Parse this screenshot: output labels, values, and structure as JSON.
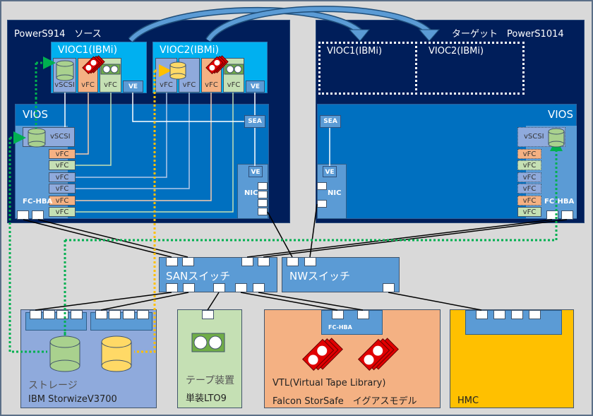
{
  "source_server": {
    "title": "PowerS914　ソース",
    "vioc1": {
      "title": "VIOC1(IBMi)",
      "slots": [
        "vSCSI",
        "vFC",
        "vFC"
      ],
      "ve": "VE"
    },
    "vioc2": {
      "title": "VIOC2(IBMi)",
      "slots": [
        "vFC",
        "vFC",
        "vFC",
        "vFC"
      ],
      "ve": "VE"
    },
    "vios": {
      "title": "VIOS",
      "vscsi": "vSCSI",
      "vfc_list": [
        "vFC",
        "vFC",
        "vFC",
        "vFC",
        "vFC",
        "vFC"
      ],
      "fc_hba": "FC-HBA",
      "sea": "SEA",
      "ve": "VE",
      "nic": "NIC"
    }
  },
  "target_server": {
    "title": "ターゲット　PowerS1014",
    "vioc1": {
      "title": "VIOC1(IBMi)"
    },
    "vioc2": {
      "title": "VIOC2(IBMi)"
    },
    "vios": {
      "title": "VIOS",
      "vscsi": "vSCSI",
      "vfc_list": [
        "vFC",
        "vFC",
        "vFC",
        "vFC",
        "vFC",
        "vFC"
      ],
      "fc_hba": "FC-HBA",
      "sea": "SEA",
      "ve": "VE",
      "nic": "NIC"
    }
  },
  "san_switch": {
    "title": "SANスイッチ"
  },
  "nw_switch": {
    "title": "NWスイッチ"
  },
  "storage": {
    "line1": "ストレージ",
    "line2": "IBM StorwizeV3700"
  },
  "tape": {
    "line1": "テープ装置",
    "line2": "単装LTO9"
  },
  "vtl": {
    "hba": "FC-HBA",
    "line1": "VTL(Virtual Tape Library)",
    "line2": "Falcon StorSafe　イグアスモデル"
  },
  "hmc": {
    "title": "HMC"
  },
  "colors": {
    "server_bg": "#001e5a",
    "vioc_bg": "#00b0f0",
    "vios_bg": "#0070c0",
    "panel_bg": "#5b9bd5",
    "vfc_blue": "#8faadc",
    "vfc_orange": "#f4b183",
    "vfc_green": "#c5e0b4",
    "green_path": "#00b050",
    "yellow_path": "#ffc000",
    "storage_bg": "#8faadc",
    "tape_bg": "#c5e0b4",
    "vtl_bg": "#f4b183",
    "hmc_bg": "#ffc000"
  }
}
